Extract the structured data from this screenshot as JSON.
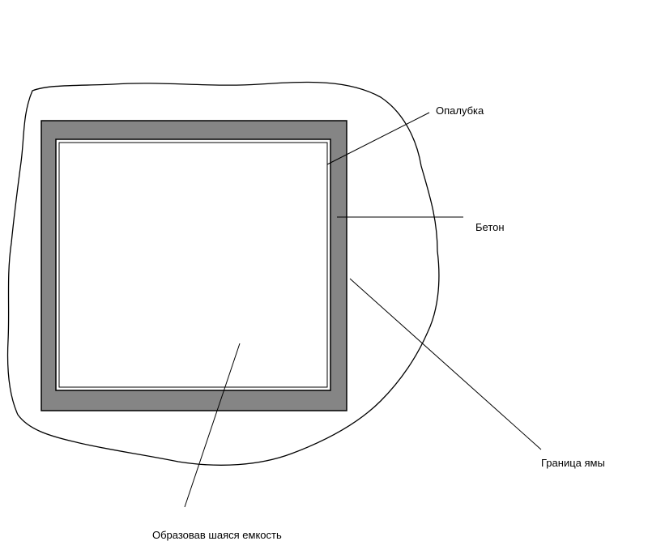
{
  "labels": {
    "formwork": "Опалубка",
    "concrete": "Бетон",
    "pit_boundary": "Граница ямы",
    "formed_container": "Образовав шаяся емкость"
  },
  "colors": {
    "concrete": "#858585",
    "stroke": "#000000",
    "background": "#ffffff"
  }
}
